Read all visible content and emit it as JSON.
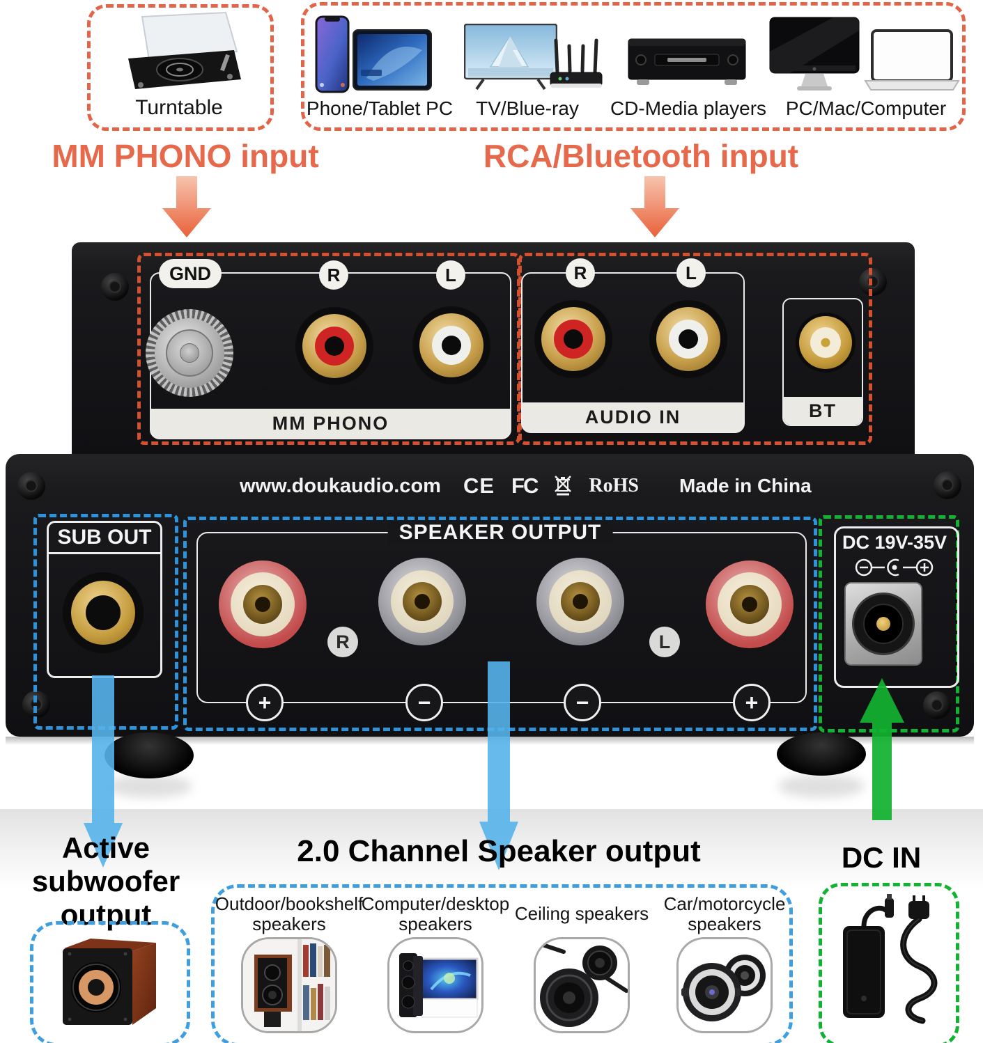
{
  "sources": {
    "turntable": {
      "label": "Turntable"
    },
    "devices": [
      {
        "label": "Phone/Tablet PC"
      },
      {
        "label": "TV/Blue-ray"
      },
      {
        "label": "CD-Media players"
      },
      {
        "label": "PC/Mac/Computer"
      }
    ]
  },
  "annotations": {
    "phono_input": "MM PHONO input",
    "rca_bt_input": "RCA/Bluetooth input",
    "subwoofer": {
      "line1": "Active",
      "line2": "subwoofer",
      "line3": "output"
    },
    "speaker_output": "2.0 Channel Speaker output",
    "dc_in": "DC IN"
  },
  "rear_panel": {
    "phono": {
      "gnd": "GND",
      "right": "R",
      "left": "L",
      "label": "MM PHONO"
    },
    "audio_in": {
      "right": "R",
      "left": "L",
      "label": "AUDIO IN"
    },
    "bt": {
      "label": "BT"
    },
    "branding": {
      "website": "www.doukaudio.com",
      "ce": "CE",
      "fcc": "FC",
      "rohs": "RoHS",
      "made_in": "Made in China"
    },
    "sub_out": {
      "label": "SUB OUT"
    },
    "speaker": {
      "title": "SPEAKER OUTPUT",
      "right": "R",
      "left": "L",
      "plus": "+",
      "minus": "−"
    },
    "dc": {
      "label": "DC 19V-35V"
    }
  },
  "speaker_types": [
    {
      "line1": "Outdoor/bookshelf",
      "line2": "speakers"
    },
    {
      "line1": "Computer/desktop",
      "line2": "speakers"
    },
    {
      "line1": "Ceiling speakers",
      "line2": ""
    },
    {
      "line1": "Car/motorcycle",
      "line2": "speakers"
    }
  ]
}
